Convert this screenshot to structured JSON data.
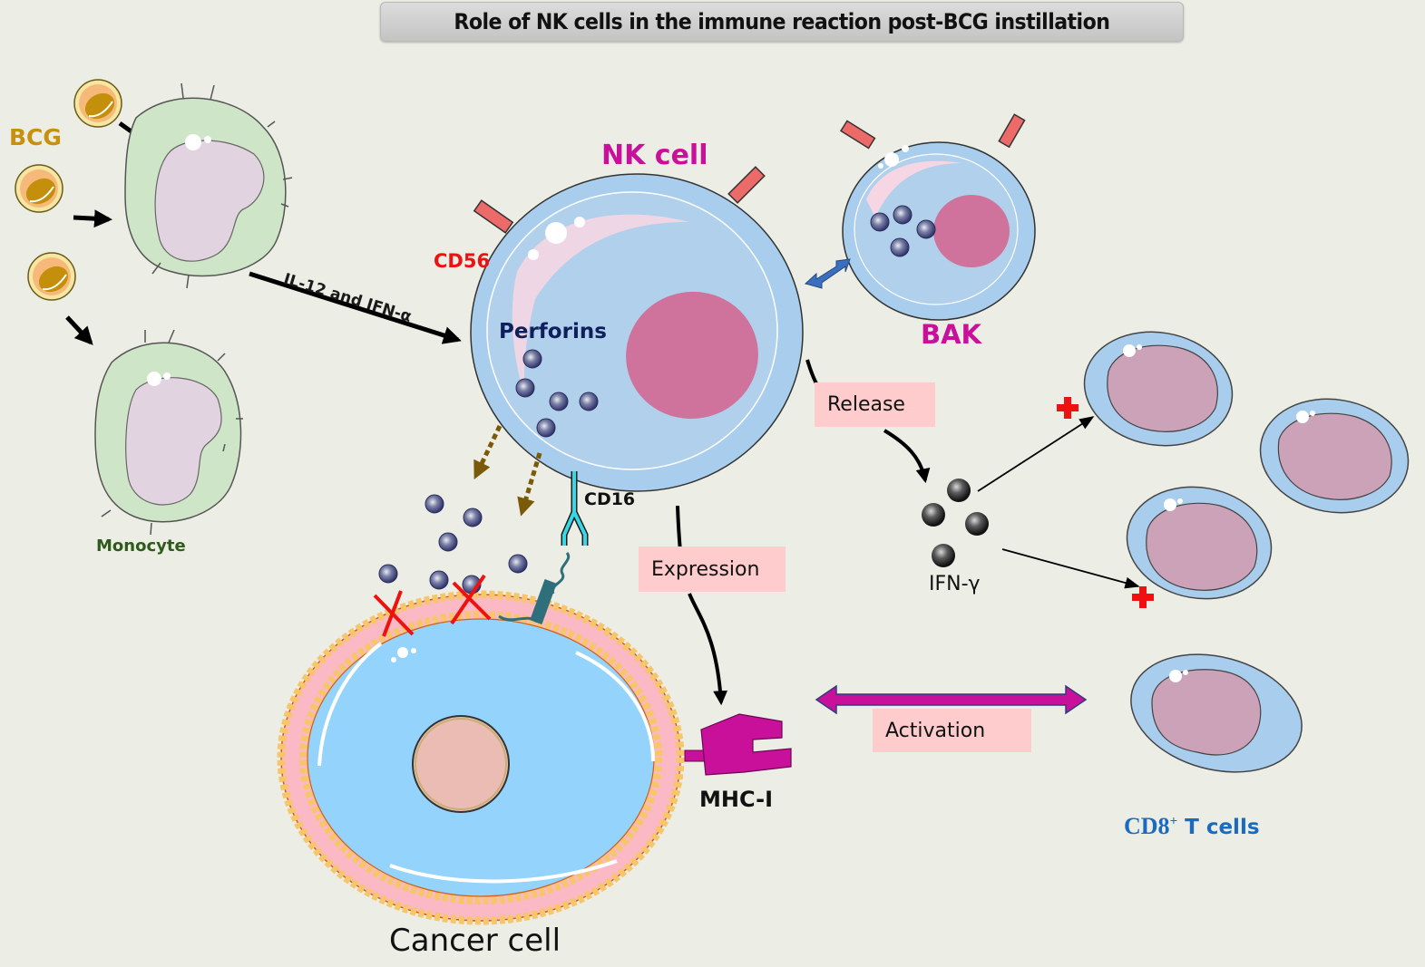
{
  "title": "Role of NK cells in the immune reaction post-BCG instillation",
  "labels": {
    "bcg": "BCG",
    "monocyte": "Monocyte",
    "il12_ifn_alpha": "IL-12 and IFN-α",
    "nk_cell": "NK cell",
    "cd56": "CD56",
    "perforins": "Perforins",
    "cd16": "CD16",
    "bak": "BAK",
    "release": "Release",
    "ifn_gamma": "IFN-γ",
    "expression": "Expression",
    "mhc_i": "MHC-I",
    "activation": "Activation",
    "cd8_t_cells_main": "CD8",
    "cd8_t_cells_sup": "+",
    "cd8_t_cells_rest": " T cells",
    "cancer_cell": "Cancer cell"
  },
  "colors": {
    "background": "#ecede4",
    "bcg_label": "#c8900c",
    "monocyte_label": "#2e5a1c",
    "nk_label": "#c8109a",
    "cd56_label": "#ee1111",
    "perforins_label": "#0f1f5c",
    "bak_label": "#c8109a",
    "cd8_label": "#1a6bbf",
    "process_box": "#fecccc",
    "activation_arrow": "#c8109a",
    "bak_arrow": "#3a6fbf",
    "dotted_arrow": "#7a5a08",
    "plus_sign": "#ee1111",
    "block_x": "#ee1111"
  },
  "icons": {
    "bcg_bacteria": "bcg-bacterium-icon",
    "plus": "plus-icon",
    "block": "cross-x-icon"
  }
}
